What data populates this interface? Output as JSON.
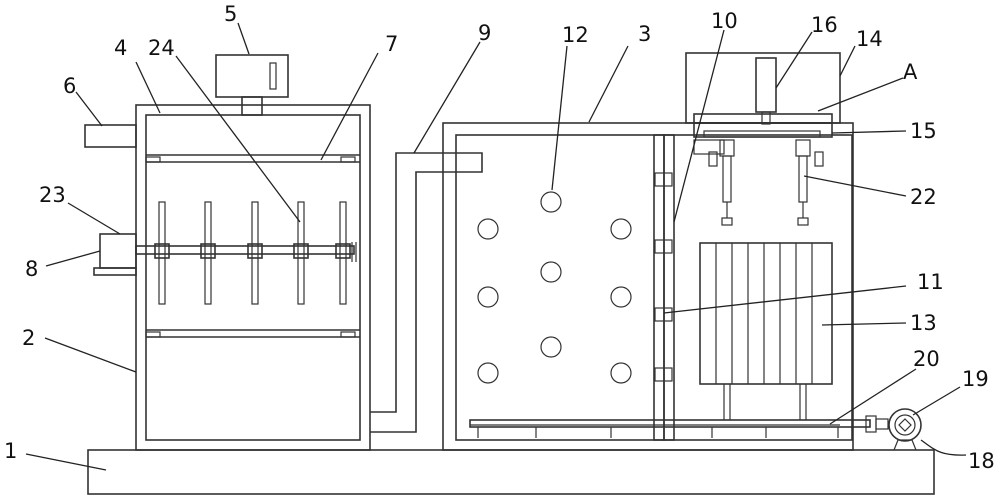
{
  "diagram": {
    "labels": [
      {
        "id": "1",
        "text": "1"
      },
      {
        "id": "2",
        "text": "2"
      },
      {
        "id": "3",
        "text": "3"
      },
      {
        "id": "4",
        "text": "4"
      },
      {
        "id": "5",
        "text": "5"
      },
      {
        "id": "6",
        "text": "6"
      },
      {
        "id": "7",
        "text": "7"
      },
      {
        "id": "8",
        "text": "8"
      },
      {
        "id": "9",
        "text": "9"
      },
      {
        "id": "10",
        "text": "10"
      },
      {
        "id": "11",
        "text": "11"
      },
      {
        "id": "12",
        "text": "12"
      },
      {
        "id": "13",
        "text": "13"
      },
      {
        "id": "14",
        "text": "14"
      },
      {
        "id": "15",
        "text": "15"
      },
      {
        "id": "16",
        "text": "16"
      },
      {
        "id": "18",
        "text": "18"
      },
      {
        "id": "19",
        "text": "19"
      },
      {
        "id": "20",
        "text": "20"
      },
      {
        "id": "22",
        "text": "22"
      },
      {
        "id": "23",
        "text": "23"
      },
      {
        "id": "24",
        "text": "24"
      },
      {
        "id": "A",
        "text": "A"
      }
    ]
  }
}
